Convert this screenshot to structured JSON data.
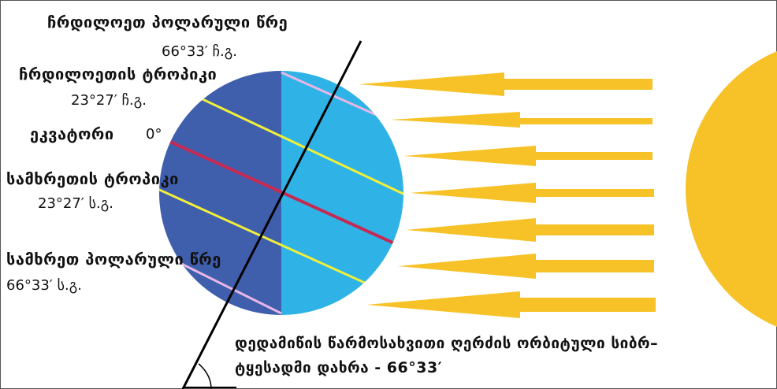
{
  "labels": {
    "arctic_circle": {
      "name": "ჩრდილოეთ პოლარული წრე",
      "value": "66°33′ ჩ.გ."
    },
    "tropic_cancer": {
      "name": "ჩრდილოეთის ტროპიკი",
      "value": "23°27′ ჩ.გ."
    },
    "equator": {
      "name": "ეკვატორი",
      "value": "0°"
    },
    "tropic_capricorn": {
      "name": "სამხრეთის ტროპიკი",
      "value": "23°27′ ს.გ."
    },
    "antarctic_circle": {
      "name": "სამხრეთ პოლარული წრე",
      "value": "66°33′ ს.გ."
    }
  },
  "caption": {
    "line1": "დედამიწის წარმოსახვითი ღერძის ორბიტული სიბრ–",
    "line2": "ტყესადმი დახრა - 66°33′"
  },
  "colors": {
    "night_side": "#3f5fad",
    "day_side": "#2fb3e6",
    "tropic_lines": "#f2ef3a",
    "equator_line": "#c42a54",
    "polar_lines": "#e6b7e6",
    "axis": "#000000",
    "sun_rays": "#f7c227",
    "sun": "#f7c227"
  },
  "sun_rays_count": 7
}
